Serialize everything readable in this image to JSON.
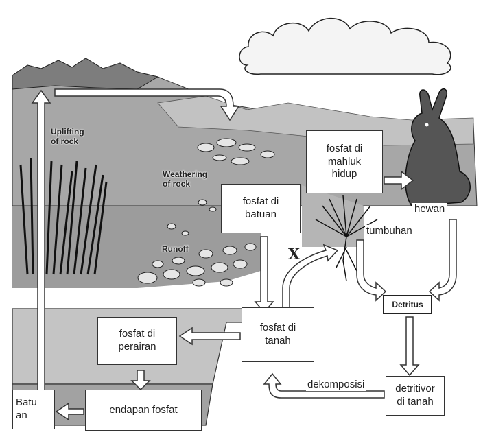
{
  "diagram": {
    "nodes": {
      "rock_phosphate": "fosfat di\nbatuan",
      "organism_phosphate": "fosfat di\nmahluk\nhidup",
      "soil_phosphate": "fosfat di\ntanah",
      "water_phosphate": "fosfat di\nperairan",
      "phosphate_sediment": "endapan fosfat",
      "rock": "Batu\nan",
      "soil_detritivore": "detritivor\ndi tanah",
      "detritus": "Detritus"
    },
    "labels": {
      "uplifting": "Uplifting\nof rock",
      "weathering": "Weathering\nof rock",
      "runoff": "Runoff",
      "animal": "hewan",
      "plant": "tumbuhan",
      "decomposition": "dekomposisi",
      "x_mark": "X"
    },
    "colors": {
      "sky": "#ffffff",
      "landscape": "#9a9a9a",
      "land_light": "#c8c8c8",
      "water": "#bdbdbd",
      "arrow_fill": "#ffffff",
      "stroke": "#333333"
    },
    "icons": [
      "cloud-icon",
      "mountain-icon",
      "reeds-icon",
      "rabbit-icon",
      "plant-icon",
      "rocks-icon"
    ]
  }
}
